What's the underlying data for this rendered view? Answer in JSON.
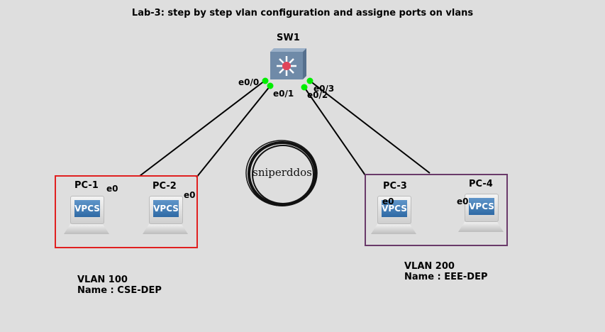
{
  "title": "Lab-3: step by step vlan configuration and assigne ports on vlans",
  "switch": {
    "name": "SW1",
    "ports": [
      "e0/0",
      "e0/1",
      "e0/2",
      "e0/3"
    ]
  },
  "pcs": [
    {
      "name": "PC-1",
      "port": "e0",
      "icon_text": "VPCS"
    },
    {
      "name": "PC-2",
      "port": "e0",
      "icon_text": "VPCS"
    },
    {
      "name": "PC-3",
      "port": "e0",
      "icon_text": "VPCS"
    },
    {
      "name": "PC-4",
      "port": "e0",
      "icon_text": "VPCS"
    }
  ],
  "vlans": [
    {
      "id_label": "VLAN 100",
      "name_label": "Name : CSE-DEP",
      "color": "#e02020"
    },
    {
      "id_label": "VLAN 200",
      "name_label": "Name : EEE-DEP",
      "color": "#6a3a6a"
    }
  ],
  "logo": "sniperddos",
  "colors": {
    "background": "#dedede",
    "link": "#000000",
    "port_status": "#00ee00"
  }
}
